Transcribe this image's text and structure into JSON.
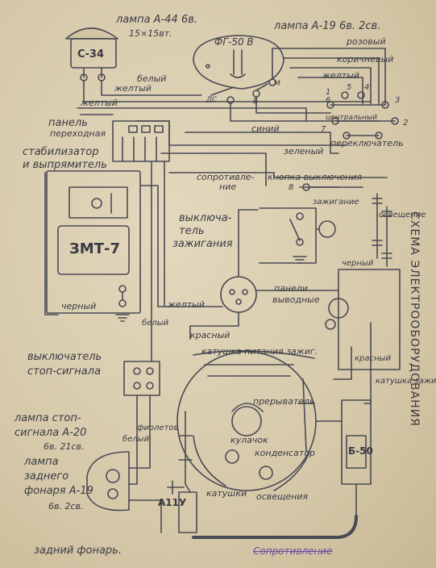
{
  "title": "СХЕМА ЭЛЕКТРООБОРУДОВАНИЯ",
  "components": {
    "horn": "С-34",
    "headlamp_bulb": "ФГ-50 В",
    "regulator": "ЗМТ-7",
    "ignition_coil": "Б-50",
    "spark_plug": "А11У",
    "switch_positions": [
      "1",
      "2",
      "3",
      "4",
      "5",
      "6",
      "7",
      "8"
    ]
  },
  "labels": {
    "lamp_a44": "лампа А-44 6в.",
    "lamp_a44_power": "15×15вт.",
    "lamp_a19": "лампа А-19 6в. 2св.",
    "panel_transition_1": "панель",
    "panel_transition_2": "переходная",
    "stabilizer_1": "стабилизатор",
    "stabilizer_2": "и выпрямитель",
    "resistance_1": "сопротивле-",
    "resistance_2": "ние",
    "ignition_button": "кнопка выключения",
    "ignition_switch_1": "выключа-",
    "ignition_switch_2": "тель",
    "ignition_switch_3": "зажигания",
    "output_panel_1": "панели",
    "output_panel_2": "выводные",
    "switch": "переключатель",
    "central": "центральный",
    "stop_switch_1": "выключатель",
    "stop_switch_2": "стоп-сигнала",
    "stop_lamp_1": "лампа стоп-",
    "stop_lamp_2": "сигнала А-20",
    "stop_lamp_3": "6в. 21св.",
    "tail_lamp_1": "лампа",
    "tail_lamp_2": "заднего",
    "tail_lamp_3": "фонаря А-19",
    "tail_lamp_4": "6в. 2св.",
    "rear_lamp": "задний фонарь.",
    "ignition_coil_winding": "катушка питания зажиг.",
    "breaker": "прерыватель",
    "cam": "кулачок",
    "condenser": "конденсатор",
    "lighting_coils_1": "катушки",
    "lighting_coils_2": "освещения",
    "ignition_coil_label": "катушка зажигания",
    "ignition_word": "зажигание",
    "lighting_word": "освещение",
    "ds": "ДС",
    "b": "Б",
    "m": "М",
    "stamp": "Сопротивление"
  },
  "wires": {
    "white": "белый",
    "yellow": "желтый",
    "yellow2": "желтый",
    "blue": "синий",
    "pink": "розовый",
    "brown": "коричневый",
    "green": "зеленый",
    "black": "черный",
    "black2": "черный",
    "red": "красный",
    "red2": "красный",
    "violet": "фиолетов",
    "white2": "белый",
    "yellow3": "желтый",
    "white3": "белый"
  }
}
